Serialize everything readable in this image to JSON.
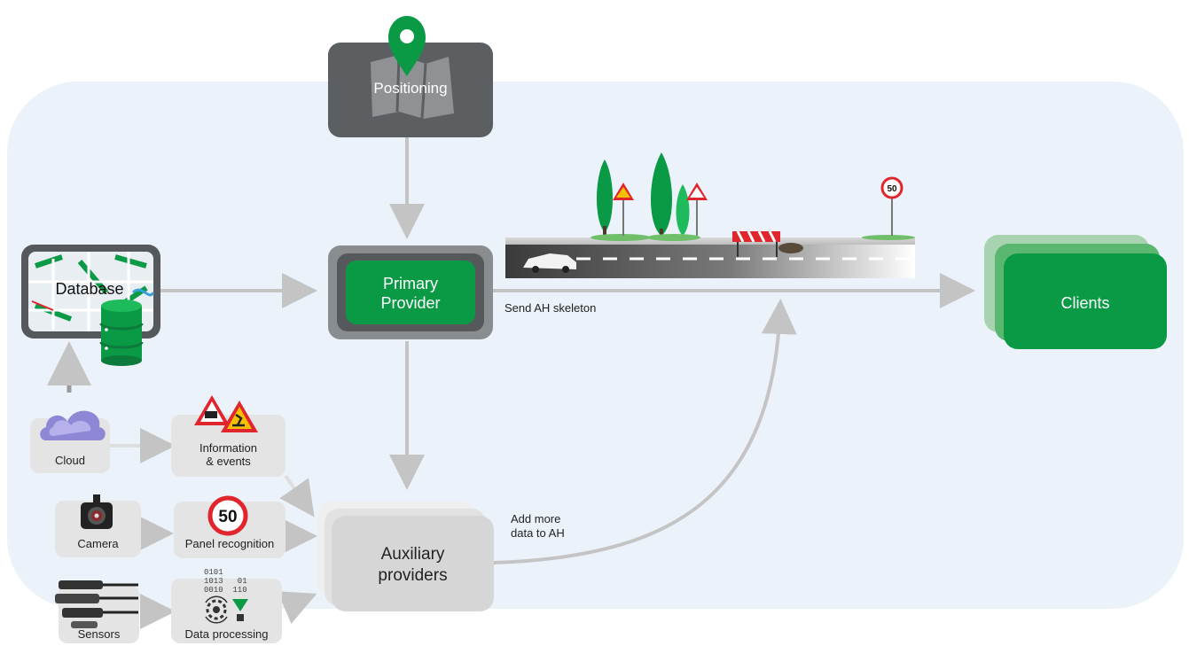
{
  "diagram": {
    "nodes": {
      "positioning": "Positioning",
      "primary_line1": "Primary",
      "primary_line2": "Provider",
      "database": "Database",
      "clients": "Clients",
      "auxiliary_line1": "Auxiliary",
      "auxiliary_line2": "providers",
      "cloud": "Cloud",
      "info_line1": "Information",
      "info_line2": "& events",
      "camera": "Camera",
      "panel": "Panel recognition",
      "sensors": "Sensors",
      "dataproc": "Data processing"
    },
    "edges": {
      "send_skeleton": "Send AH skeleton",
      "add_more_line1": "Add more",
      "add_more_line2": "data to AH"
    },
    "road": {
      "speed_limit": "50"
    },
    "binary": {
      "row1": "0101",
      "row2": "1013   01",
      "row3": "0010  110"
    }
  },
  "colors": {
    "green": "#0a9a46",
    "dark_green": "#0b7a3a",
    "panel_bg": "#ecf2fa",
    "arrow_gray": "#c4c4c4",
    "box_gray": "#e4e4e4",
    "dark_gray": "#5b5f62",
    "red": "#e1252c"
  },
  "icons": [
    "location-pin-icon",
    "map-icon",
    "database-cylinder-icon",
    "cloud-icon",
    "warning-sign-icon",
    "speed-limit-sign-icon",
    "camera-icon",
    "sensor-cable-icon",
    "gear-icon",
    "car-icon",
    "tree-icon",
    "roadblock-icon"
  ]
}
